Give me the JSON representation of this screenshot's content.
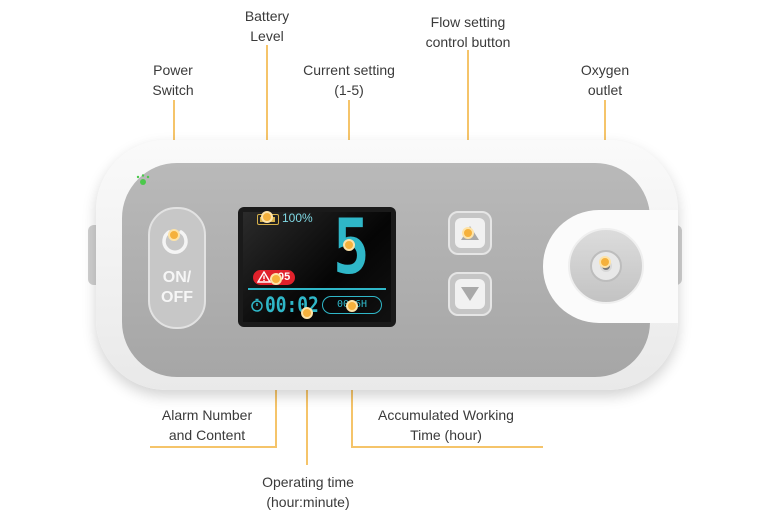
{
  "labels": {
    "battery_level": [
      "Battery",
      "Level"
    ],
    "flow_setting": [
      "Flow setting",
      "control button"
    ],
    "power_switch": [
      "Power",
      "Switch"
    ],
    "current_setting": [
      "Current setting",
      "(1-5)"
    ],
    "oxygen_outlet": [
      "Oxygen",
      "outlet"
    ],
    "alarm": [
      "Alarm Number",
      "and Content"
    ],
    "accumulated": [
      "Accumulated Working",
      "Time (hour)"
    ],
    "operating_time": [
      "Operating time",
      "(hour:minute)"
    ]
  },
  "device": {
    "power_button_text": [
      "ON/",
      "OFF"
    ],
    "screen": {
      "battery_percent": "100%",
      "setting_value": "5",
      "alarm_number": "05",
      "operating_time": "00:02",
      "accumulated_hours": "0006H"
    }
  },
  "colors": {
    "callout": "#f5b13c",
    "screen_text": "#2fb7c8",
    "alarm_badge": "#e0212b"
  },
  "icons": [
    "power-icon",
    "battery-icon",
    "warning-icon",
    "timer-icon",
    "up-arrow-icon",
    "down-arrow-icon",
    "led-indicator-icon"
  ]
}
